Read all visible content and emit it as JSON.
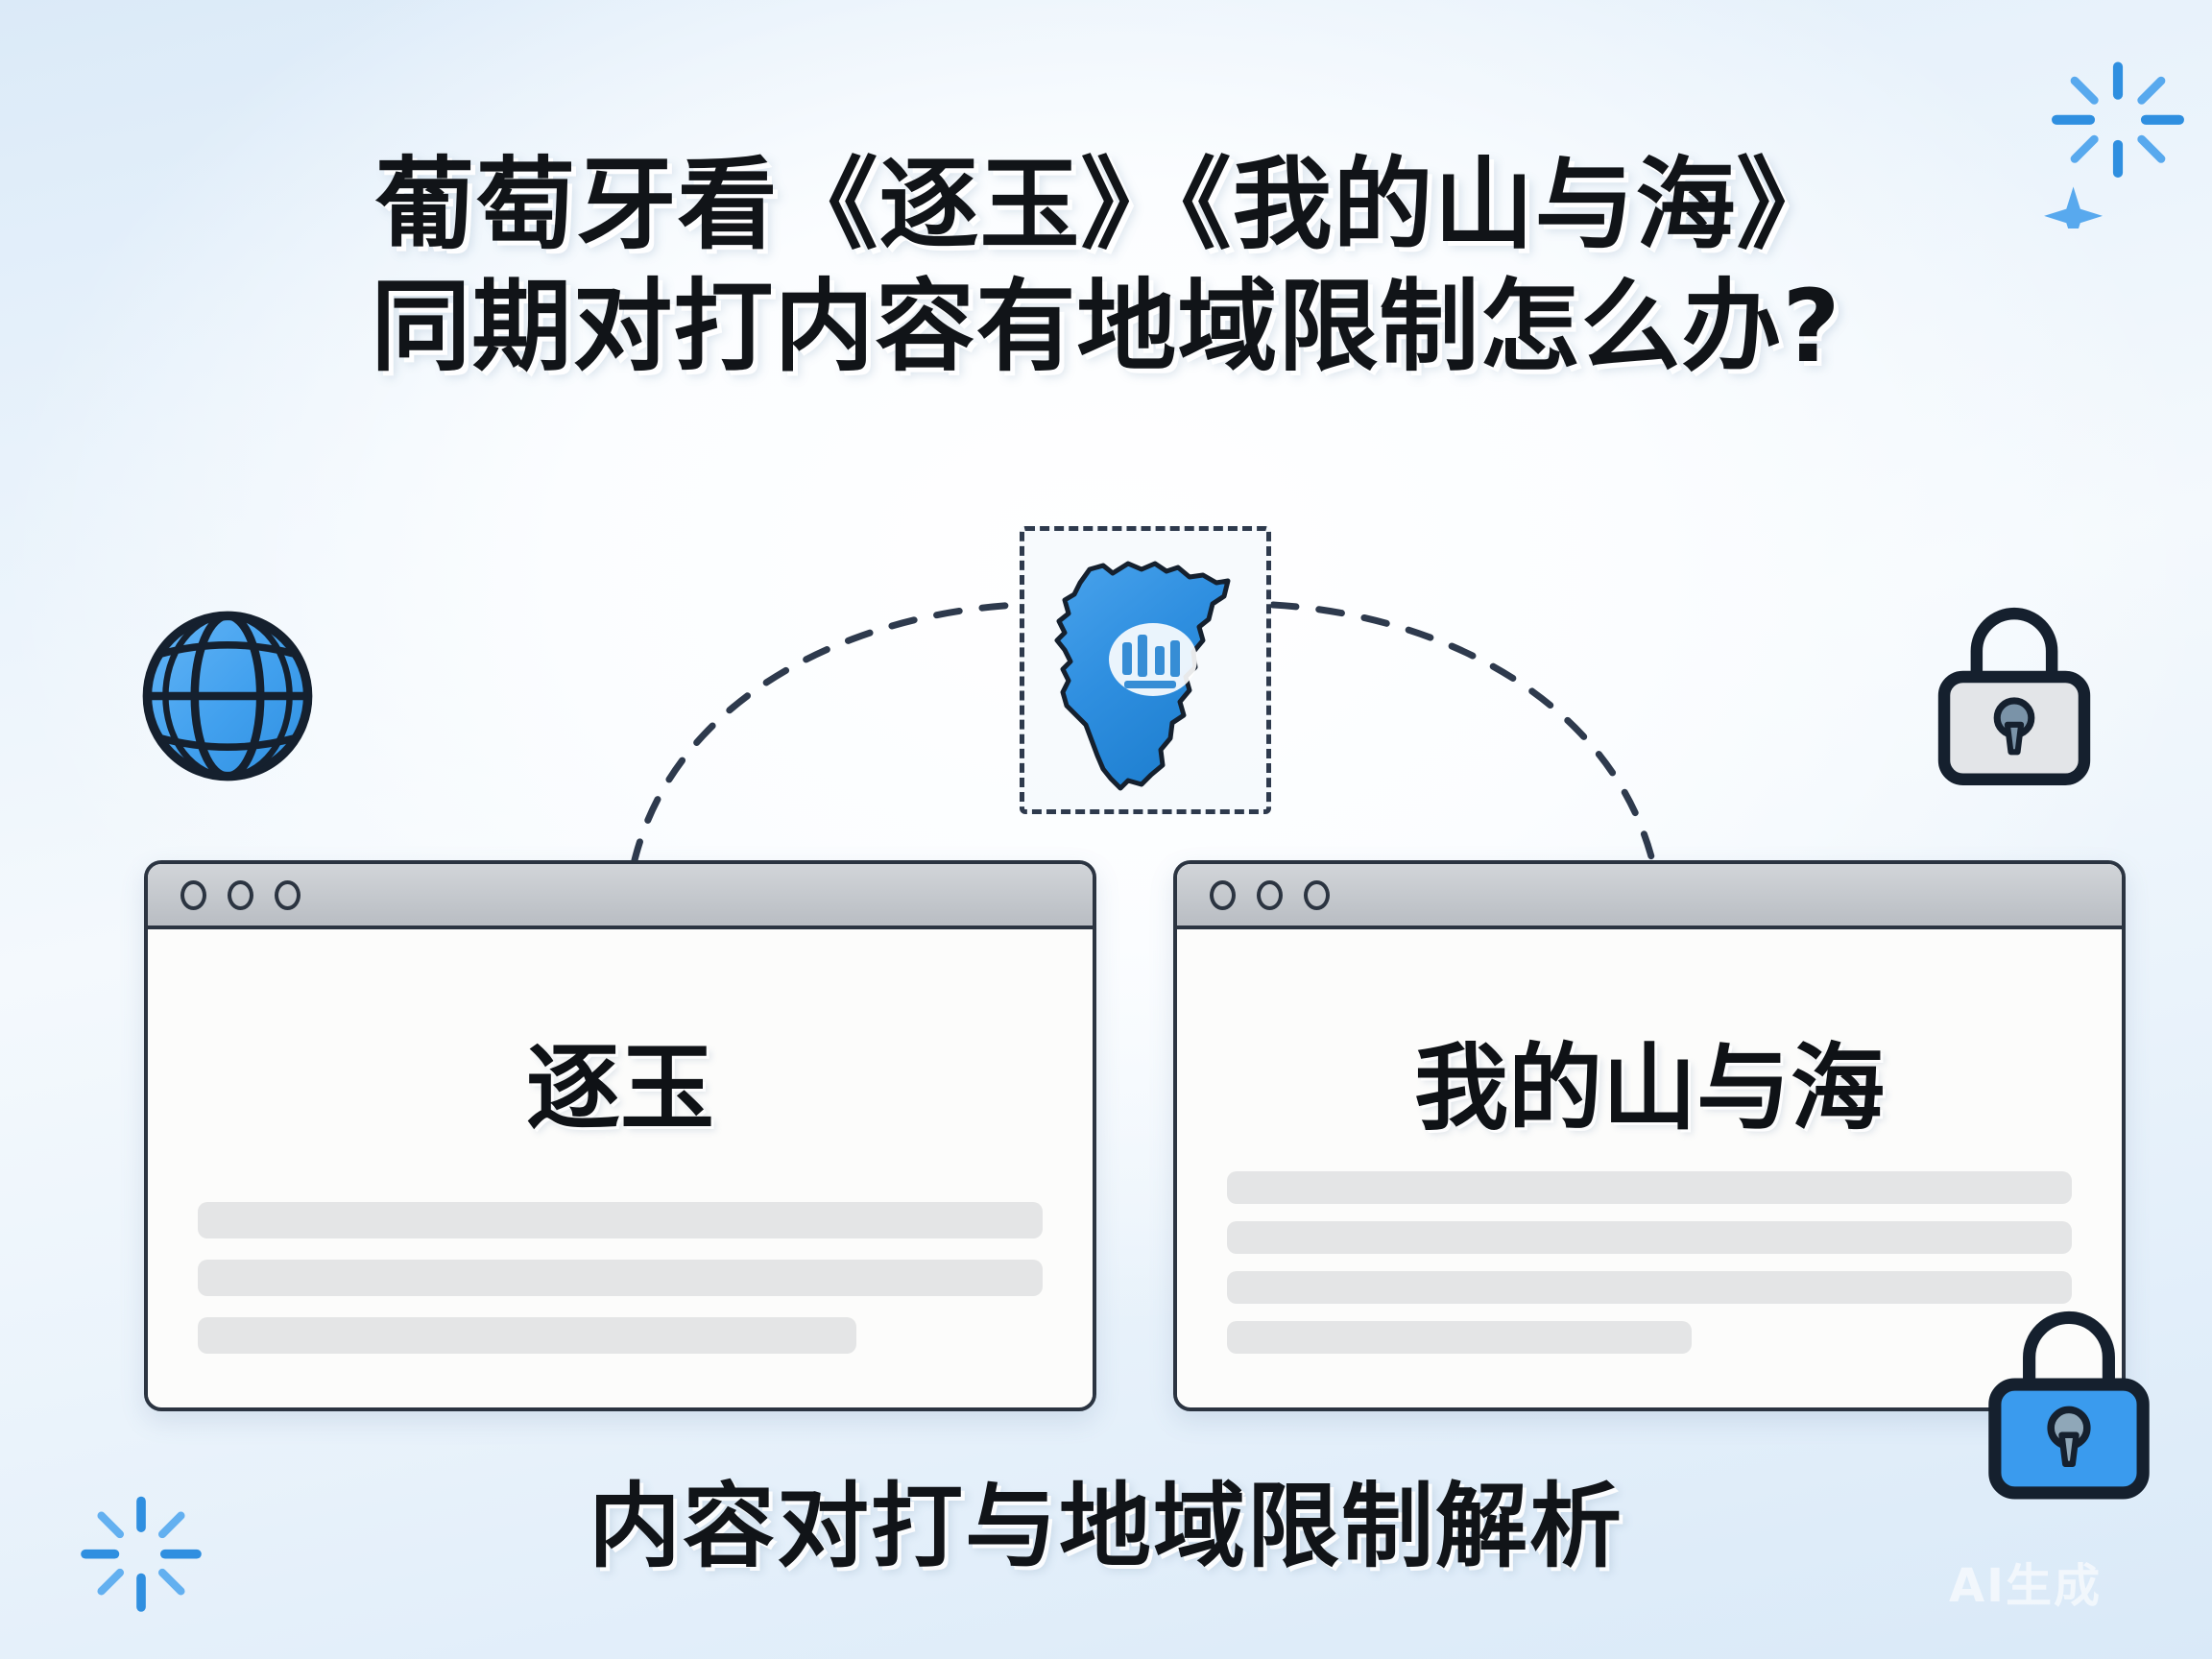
{
  "meta": {
    "background_top": "#dbeaf8",
    "background_mid": "#f4f9fd",
    "accent_blue": "#2f8fe0",
    "ink": "#111418",
    "outline": "#2b3441",
    "skeleton_gray": "#e4e5e6"
  },
  "title": {
    "line1": "葡萄牙看《逐玉》《我的山与海》",
    "line2": "同期对打内容有地域限制怎么办?"
  },
  "icons": {
    "globe": "globe-icon",
    "lock_gray": "lock-closed-gray-icon",
    "lock_blue": "lock-closed-blue-icon",
    "map": "iberian-peninsula-map-icon",
    "sparkle_top_right": "sparkle-burst-icon",
    "star_top_right": "four-point-star-icon",
    "sparkle_bottom_left": "sparkle-burst-icon"
  },
  "map_chip": {
    "label": "portugal-region-chip",
    "border_style": "dashed",
    "border_color": "#2e3a4d",
    "map_fill": "#2f8fe0"
  },
  "windows": [
    {
      "name": "browser-window-left",
      "dots": [
        "close-dot",
        "minimize-dot",
        "maximize-dot"
      ],
      "show_title": "逐玉",
      "skeleton_widths": [
        "100%",
        "100%",
        "78%"
      ]
    },
    {
      "name": "browser-window-right",
      "dots": [
        "close-dot",
        "minimize-dot",
        "maximize-dot"
      ],
      "show_title": "我的山与海",
      "skeleton_widths": [
        "100%",
        "100%",
        "100%",
        "55%"
      ]
    }
  ],
  "caption": "内容对打与地域限制解析",
  "watermark": "AI生成"
}
